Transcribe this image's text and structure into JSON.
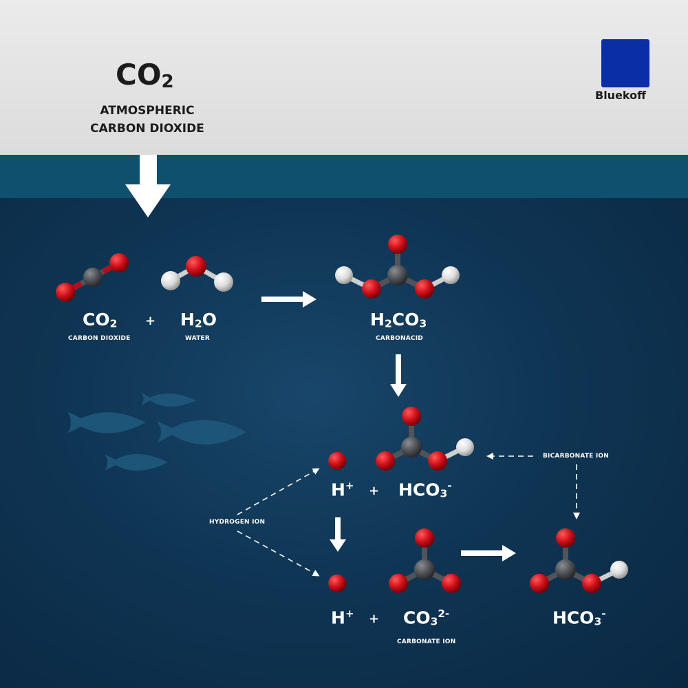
{
  "header": {
    "formula_main": "CO",
    "formula_sub": "2",
    "label_line1": "ATMOSPHERIC",
    "label_line2": "CARBON DIOXIDE"
  },
  "brand": {
    "name": "Bluekoff",
    "color": "#0a2ea5"
  },
  "reaction1": {
    "reactant1": {
      "formula": "CO",
      "sub": "2",
      "name": "CARBON DIOXIDE"
    },
    "plus": "+",
    "reactant2": {
      "formula_a": "H",
      "sub": "2",
      "formula_b": "O",
      "name": "WATER"
    },
    "product": {
      "formula_a": "H",
      "sub1": "2",
      "formula_b": "CO",
      "sub2": "3",
      "name": "CARBONACID"
    }
  },
  "reaction2": {
    "h_ion": "H",
    "h_charge": "+",
    "plus": "+",
    "bicarbonate": {
      "formula": "HCO",
      "sub": "3",
      "charge": "-"
    },
    "bicarbonate_label": "BICARBONATE ION",
    "hydrogen_label": "HYDROGEN ION"
  },
  "reaction3": {
    "h_ion": "H",
    "h_charge": "+",
    "plus": "+",
    "carbonate": {
      "formula": "CO",
      "sub": "3",
      "charge": "2-"
    },
    "carbonate_label": "CARBONATE ION",
    "product": {
      "formula": "HCO",
      "sub": "3",
      "charge": "-"
    }
  },
  "colors": {
    "oxygen": "#d0121b",
    "carbon": "#505358",
    "hydrogen": "#dcdcdc",
    "sea_surface": "#10506f",
    "sea_deep": "#0d2b45",
    "fish": "#1c5577"
  }
}
